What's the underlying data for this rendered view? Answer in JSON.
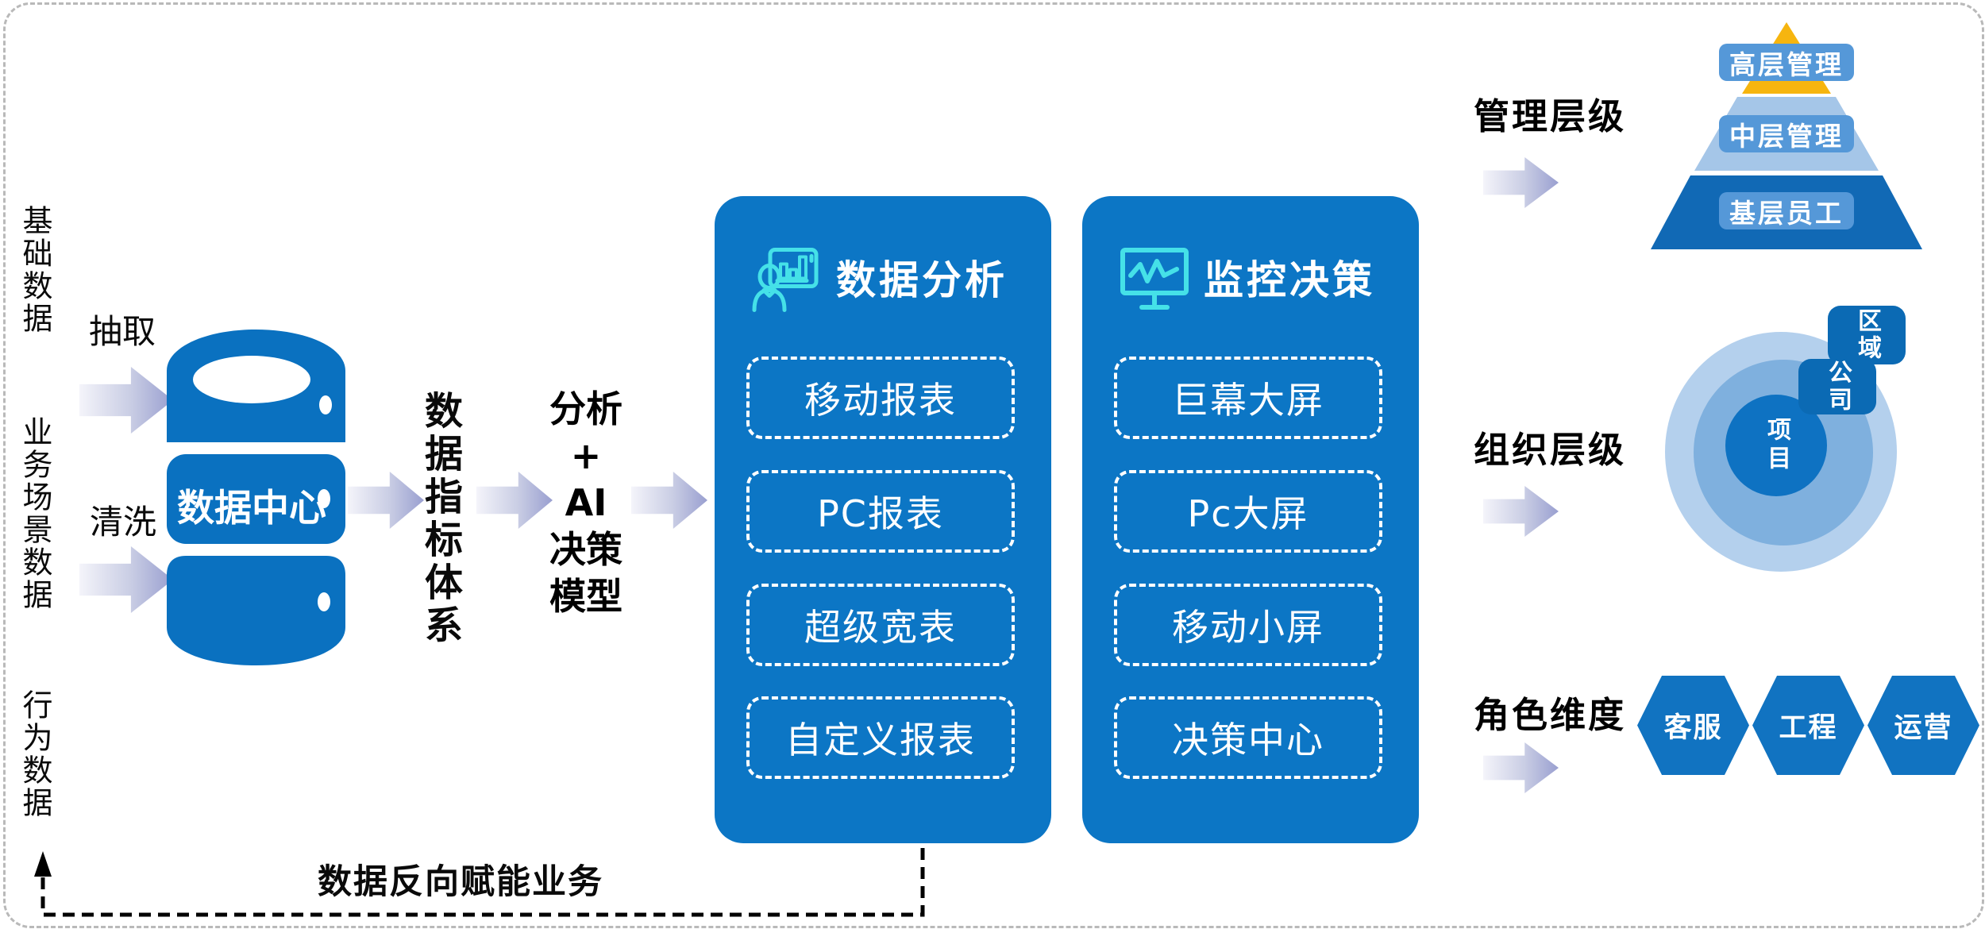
{
  "sources": {
    "basic": "基础数据",
    "business": "业务场景数据",
    "behavior": "行为数据"
  },
  "etl": {
    "extract": "抽取",
    "clean": "清洗"
  },
  "database": {
    "label": "数据中心"
  },
  "metric_system": {
    "label": "数据指标体系"
  },
  "model": {
    "line1": "分析",
    "line2": "+",
    "line3": "AI",
    "line4": "决策",
    "line5": "模型"
  },
  "panels": {
    "analysis": {
      "title": "数据分析",
      "icon": "presenter-chart-icon",
      "items": [
        "移动报表",
        "PC报表",
        "超级宽表",
        "自定义报表"
      ]
    },
    "monitor": {
      "title": "监控决策",
      "icon": "monitor-pulse-icon",
      "items": [
        "巨幕大屏",
        "Pc大屏",
        "移动小屏",
        "决策中心"
      ]
    }
  },
  "feedback": {
    "label": "数据反向赋能业务"
  },
  "management": {
    "title": "管理层级",
    "top": "高层管理",
    "middle": "中层管理",
    "bottom": "基层员工"
  },
  "organization": {
    "title": "组织层级",
    "inner": "项目",
    "tag_region": "区域",
    "tag_company": "公司"
  },
  "roles": {
    "title": "角色维度",
    "r1": "客服",
    "r2": "工程",
    "r3": "运营"
  },
  "colors": {
    "panel_blue": "#0c76c5",
    "db_blue": "#0a71c0",
    "hex_blue": "#1173c1",
    "icon_cyan": "#45e1e8",
    "pyramid_gold": "#f6b50f",
    "pyramid_light": "#a5c6e8",
    "pyramid_dark": "#1169b5",
    "level_chip": "#5598d8",
    "circle_outer": "#b4d0ed",
    "circle_mid": "#7fb0de",
    "circle_inner": "#0e72c2",
    "tag_blue": "#0b6ab4",
    "arrow_gradient_end": "#999fd0",
    "frame_gray": "#b9b9b9"
  }
}
